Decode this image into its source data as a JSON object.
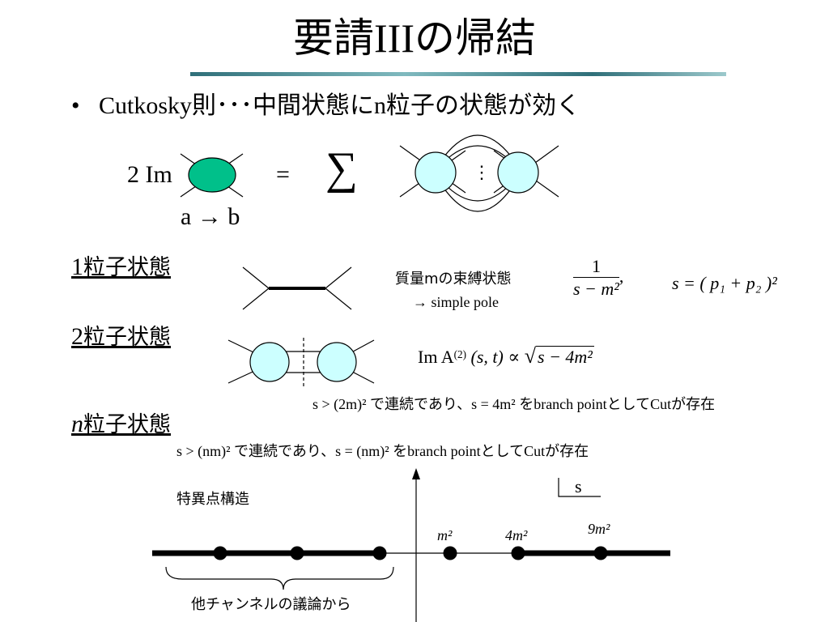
{
  "title": "要請IIIの帰結",
  "bullet": {
    "marker": "•",
    "text": "Cutkosky則･･･中間状態にn粒子の状態が効く"
  },
  "equation": {
    "lhs": "2 Im",
    "eq": "=",
    "sigma": "∑",
    "ellipsis": "⋮",
    "process": "a → b"
  },
  "one_particle": {
    "heading_num": "1",
    "heading_text": "粒子状態",
    "desc_line1": "質量mの束縛状態",
    "desc_line2": "→ simple pole",
    "frac_num": "1",
    "frac_den": "s − m²",
    "comma": ",",
    "s_def": "s = ( p₁ + p₂ )²"
  },
  "two_particle": {
    "heading_num": "2",
    "heading_text": "粒子状態",
    "im_formula_prefix": "Im A",
    "im_formula_sup": "(2)",
    "im_formula_mid": "(s, t) ∝",
    "im_formula_sqrt": "s − 4m²",
    "condition": "s > (2m)² で連続であり、s = 4m² をbranch pointとしてCutが存在"
  },
  "n_particle": {
    "heading_var": "n",
    "heading_text": "粒子状態",
    "condition": "s > (nm)² で連続であり、s = (nm)² をbranch pointとしてCutが存在"
  },
  "singularity": {
    "label": "特異点構造",
    "s_label": "s",
    "tick_m2": "m²",
    "tick_4m2": "4m²",
    "tick_9m2": "9m²",
    "brace_label": "他チャンネルの議論から"
  },
  "colors": {
    "blob_green": "#00c08a",
    "blob_cyan": "#ccffff",
    "rule": "#4e9aa3"
  }
}
